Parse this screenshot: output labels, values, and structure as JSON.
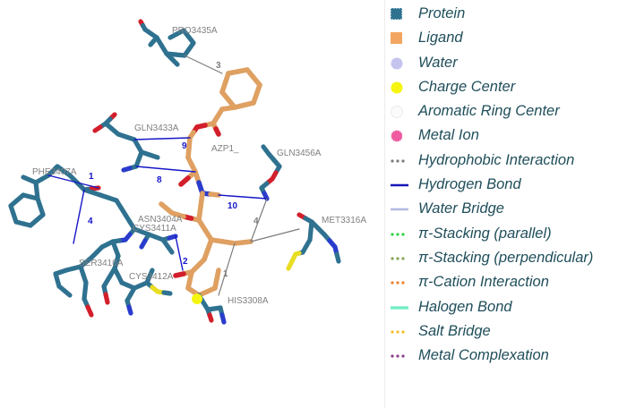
{
  "colors": {
    "protein": "#2f7290",
    "ligand": "#dfa062",
    "oxygen": "#d21f2b",
    "nitrogen": "#2a3ccc",
    "sulfur": "#e9dd22",
    "hbond": "#1616c8",
    "hydrophobic": "#7c7c7c",
    "label_gray": "#808080"
  },
  "residue_labels": [
    {
      "id": "pro3435a",
      "text": "PRO3435A"
    },
    {
      "id": "gln3433a",
      "text": "GLN3433A"
    },
    {
      "id": "azp1",
      "text": "AZP1_"
    },
    {
      "id": "gln3456a",
      "text": "GLN3456A"
    },
    {
      "id": "phe3407a",
      "text": "PHE3407A"
    },
    {
      "id": "asn3404a",
      "text": "ASN3404A"
    },
    {
      "id": "cys3411a",
      "text": "CYS3411A"
    },
    {
      "id": "met3316a",
      "text": "MET3316A"
    },
    {
      "id": "ser3410a",
      "text": "SER3410A"
    },
    {
      "id": "his3308a",
      "text": "HIS3308A"
    },
    {
      "id": "cys3412a",
      "text": "CYS3412A"
    }
  ],
  "interaction_labels": [
    {
      "id": "i3",
      "text": "3",
      "kind": "hydrophobic"
    },
    {
      "id": "i9",
      "text": "9",
      "kind": "hbond"
    },
    {
      "id": "i8",
      "text": "8",
      "kind": "hbond"
    },
    {
      "id": "i10",
      "text": "10",
      "kind": "hbond"
    },
    {
      "id": "i4h",
      "text": "4",
      "kind": "hydrophobic"
    },
    {
      "id": "i4b",
      "text": "4",
      "kind": "hbond"
    },
    {
      "id": "i1",
      "text": "1",
      "kind": "hydrophobic"
    },
    {
      "id": "i1b",
      "text": "1",
      "kind": "hbond"
    },
    {
      "id": "i2",
      "text": "2",
      "kind": "hbond"
    }
  ],
  "legend": [
    {
      "id": "protein",
      "label": "Protein",
      "marker": "square-dotted",
      "color": "#2f7290"
    },
    {
      "id": "ligand",
      "label": "Ligand",
      "marker": "square",
      "color": "#f3a662"
    },
    {
      "id": "water",
      "label": "Water",
      "marker": "circle",
      "color": "#c4c4ee"
    },
    {
      "id": "charge-center",
      "label": "Charge Center",
      "marker": "circle",
      "color": "#f5f510"
    },
    {
      "id": "aromatic-ring-center",
      "label": "Aromatic Ring Center",
      "marker": "circle-outline",
      "color": "#ececec"
    },
    {
      "id": "metal-ion",
      "label": "Metal Ion",
      "marker": "circle-dotted",
      "color": "#ef5aa0"
    },
    {
      "id": "hydrophobic-interaction",
      "label": "Hydrophobic Interaction",
      "marker": "dots",
      "color": "#7c7c7c"
    },
    {
      "id": "hydrogen-bond",
      "label": "Hydrogen Bond",
      "marker": "line",
      "color": "#1616b8"
    },
    {
      "id": "water-bridge",
      "label": "Water Bridge",
      "marker": "line",
      "color": "#b4b8e4"
    },
    {
      "id": "pi-stacking-parallel",
      "label": "π-Stacking (parallel)",
      "marker": "dots",
      "color": "#2ed23e"
    },
    {
      "id": "pi-stacking-perpendicular",
      "label": "π-Stacking (perpendicular)",
      "marker": "dots",
      "color": "#86a552"
    },
    {
      "id": "pi-cation-interaction",
      "label": "π-Cation Interaction",
      "marker": "dots",
      "color": "#f08028"
    },
    {
      "id": "halogen-bond",
      "label": "Halogen Bond",
      "marker": "line-thick",
      "color": "#6eeec0"
    },
    {
      "id": "salt-bridge",
      "label": "Salt Bridge",
      "marker": "dots",
      "color": "#f3c024"
    },
    {
      "id": "metal-complexation",
      "label": "Metal Complexation",
      "marker": "dots",
      "color": "#8a3e8a"
    }
  ]
}
